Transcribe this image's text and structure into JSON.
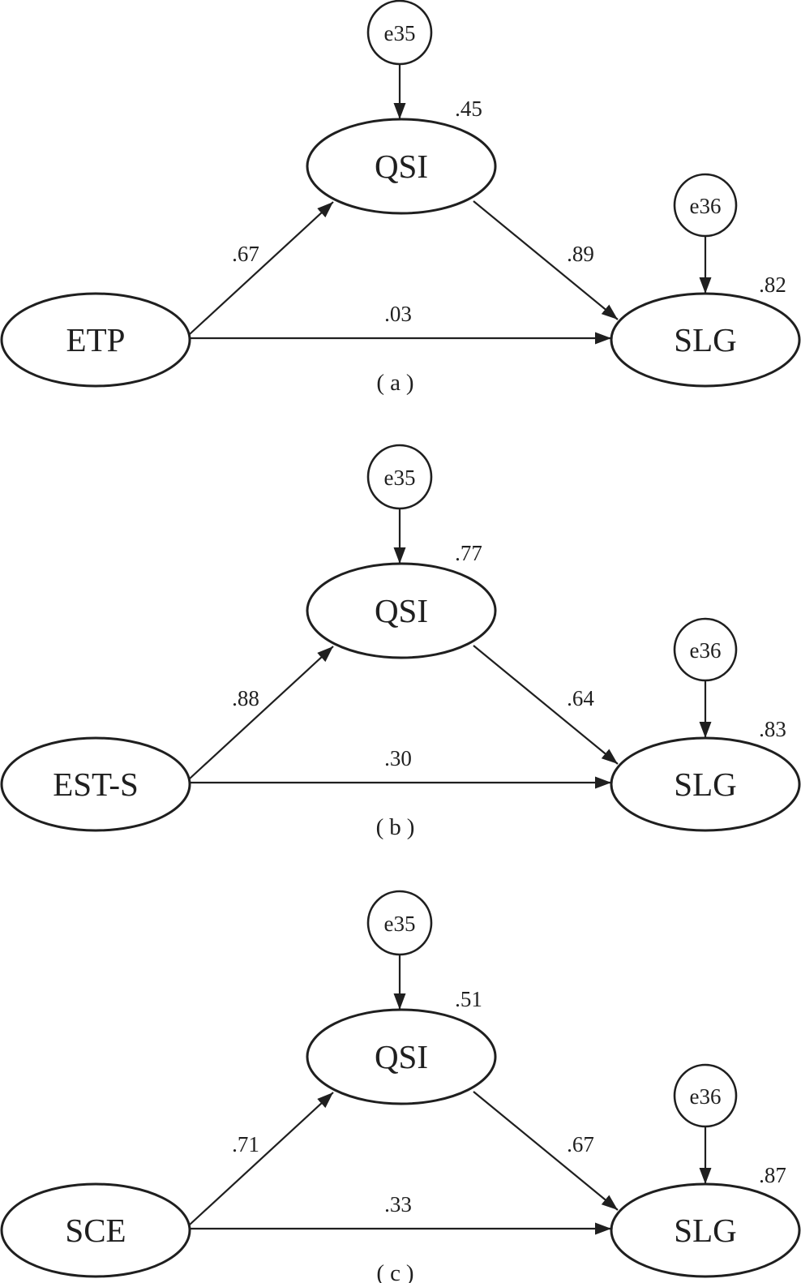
{
  "figure": {
    "type": "sem-mediation-path-diagrams",
    "colors": {
      "background": "#ffffff",
      "ink": "#1f1f1f"
    },
    "panels": [
      {
        "caption": "(a)",
        "nodes": {
          "mediator_error": "e35",
          "outcome_error": "e36",
          "mediator": "QSI",
          "predictor": "ETP",
          "outcome": "SLG"
        },
        "coefficients": {
          "mediator_r2": ".45",
          "outcome_r2": ".82",
          "predictor_to_mediator": ".67",
          "mediator_to_outcome": ".89",
          "predictor_to_outcome": ".03"
        }
      },
      {
        "caption": "(b)",
        "nodes": {
          "mediator_error": "e35",
          "outcome_error": "e36",
          "mediator": "QSI",
          "predictor": "EST-S",
          "outcome": "SLG"
        },
        "coefficients": {
          "mediator_r2": ".77",
          "outcome_r2": ".83",
          "predictor_to_mediator": ".88",
          "mediator_to_outcome": ".64",
          "predictor_to_outcome": ".30"
        }
      },
      {
        "caption": "(c)",
        "nodes": {
          "mediator_error": "e35",
          "outcome_error": "e36",
          "mediator": "QSI",
          "predictor": "SCE",
          "outcome": "SLG"
        },
        "coefficients": {
          "mediator_r2": ".51",
          "outcome_r2": ".87",
          "predictor_to_mediator": ".71",
          "mediator_to_outcome": ".67",
          "predictor_to_outcome": ".33"
        }
      }
    ]
  }
}
